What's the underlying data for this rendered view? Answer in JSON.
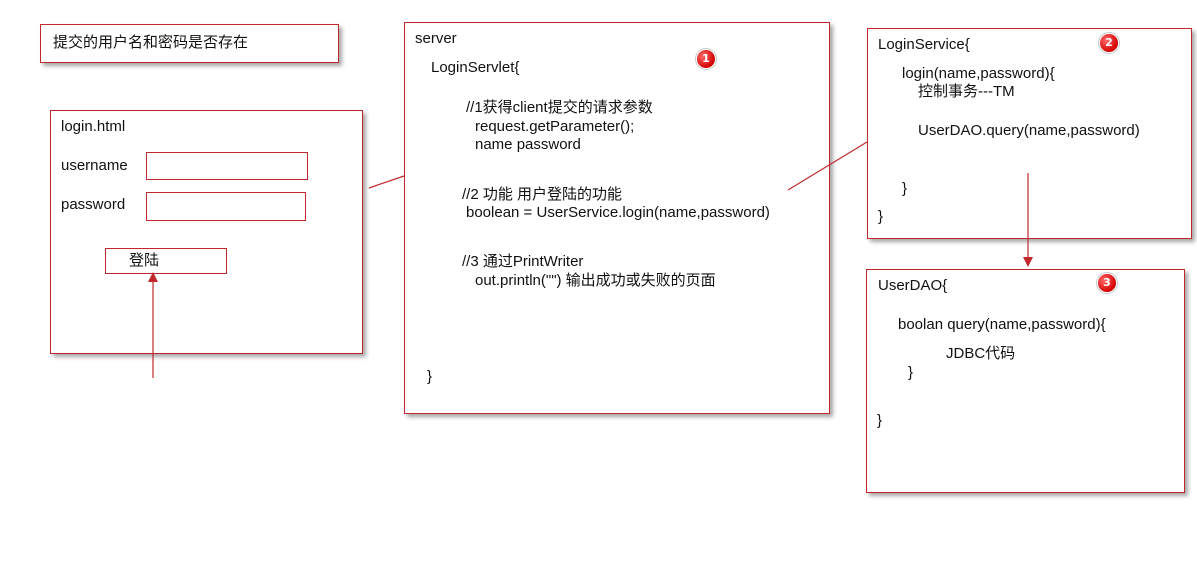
{
  "title_note": "提交的用户名和密码是否存在",
  "login_page": {
    "title": "login.html",
    "username_label": "username",
    "password_label": "password",
    "submit_label": "登陆"
  },
  "server": {
    "title": "server",
    "class_line": "LoginServlet{",
    "step1_comment": "//1获得client提交的请求参数",
    "step1_code": "request.getParameter();",
    "step1_params": "name password",
    "step2_comment": "//2 功能  用户登陆的功能",
    "step2_code": "boolean = UserService.login(name,password)",
    "step3_comment": "//3  通过PrintWriter",
    "step3_code": "out.println(\"\") 输出成功或失败的页面",
    "close": "}",
    "badge": "1"
  },
  "login_service": {
    "class_line": "LoginService{",
    "method_line": "login(name,password){",
    "tx_line": "控制事务---TM",
    "dao_call": "UserDAO.query(name,password)",
    "method_close": "}",
    "class_close": "}",
    "badge": "2"
  },
  "user_dao": {
    "class_line": "UserDAO{",
    "method_line": "boolan   query(name,password){",
    "jdbc_line": "JDBC代码",
    "method_close": "}",
    "class_close": "}",
    "badge": "3"
  },
  "colors": {
    "border": "#c0282e",
    "arrow": "#c0282e",
    "badge": "#d40000"
  }
}
